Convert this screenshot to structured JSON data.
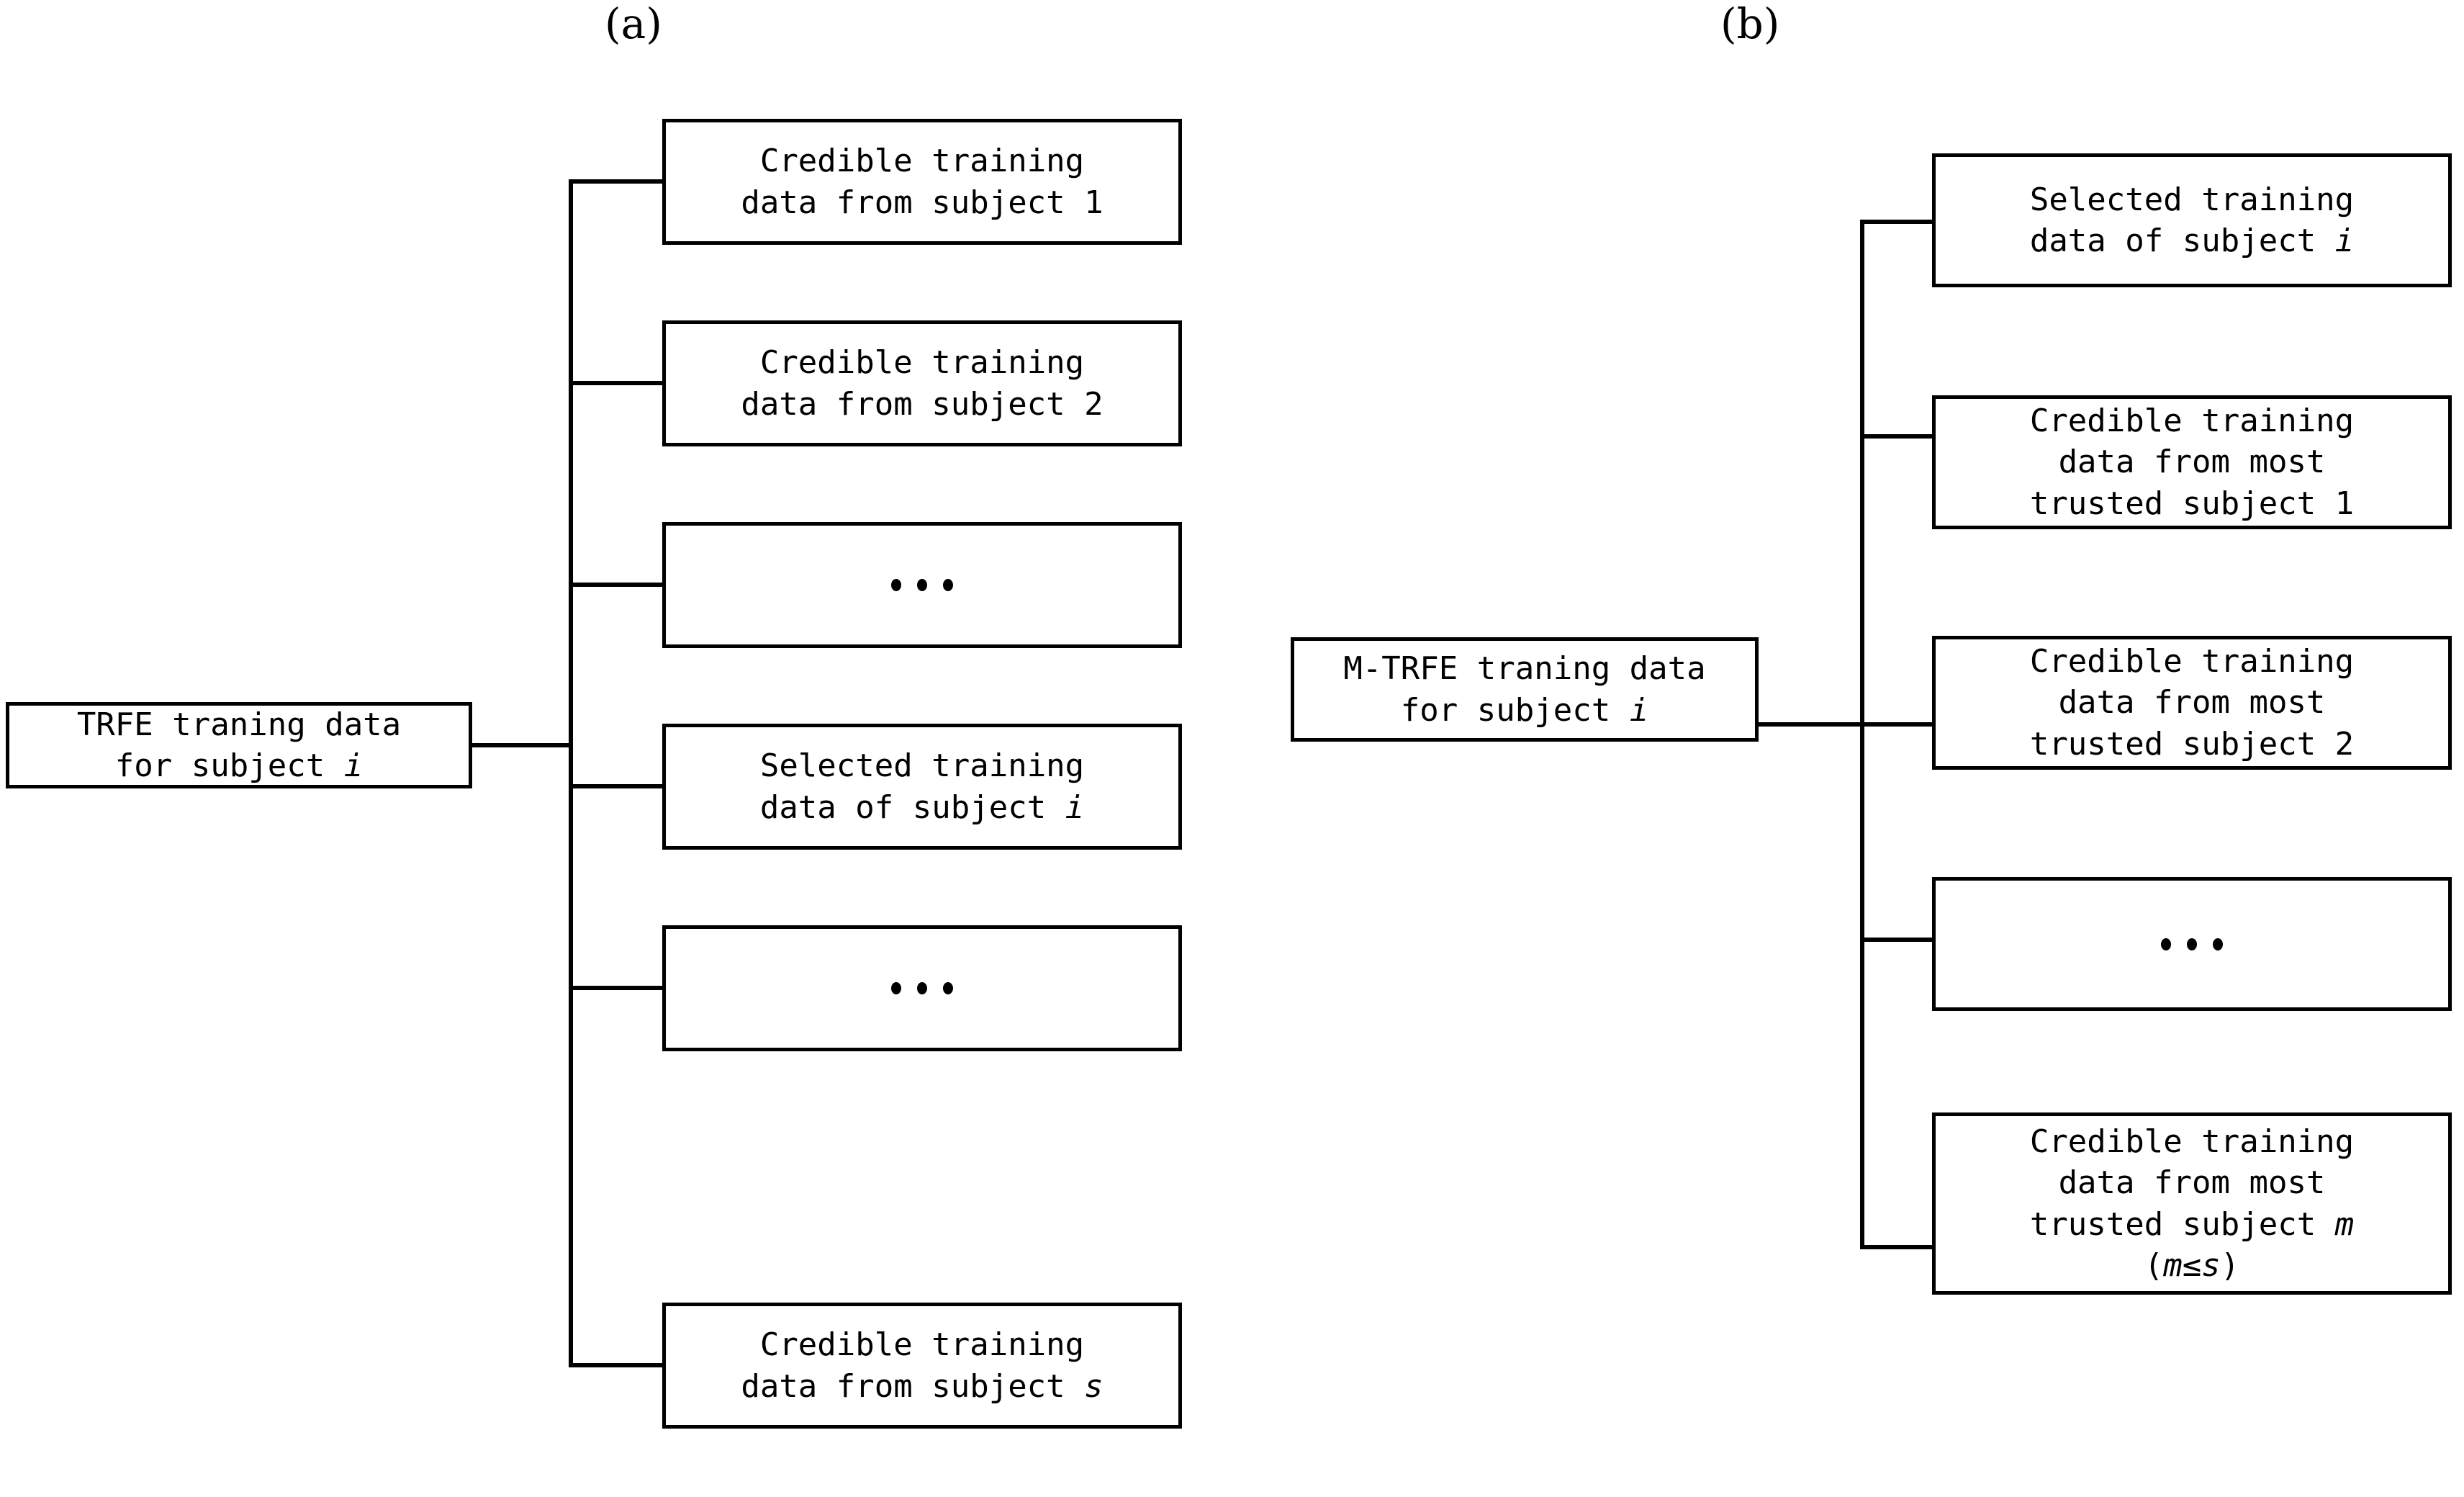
{
  "figure": {
    "panels": [
      {
        "caption": "(a)",
        "root": {
          "lines": [
            {
              "text": "TRFE traning data"
            },
            {
              "text": "for subject ",
              "italic_suffix": "i"
            }
          ]
        },
        "children": [
          {
            "type": "text",
            "lines": [
              {
                "text": "Credible training"
              },
              {
                "text": "data from subject 1"
              }
            ]
          },
          {
            "type": "text",
            "lines": [
              {
                "text": "Credible training"
              },
              {
                "text": "data from subject 2"
              }
            ]
          },
          {
            "type": "ellipsis",
            "lines": [
              {
                "text": "..."
              }
            ]
          },
          {
            "type": "text",
            "lines": [
              {
                "text": "Selected training"
              },
              {
                "text": "data of subject ",
                "italic_suffix": "i"
              }
            ]
          },
          {
            "type": "ellipsis",
            "lines": [
              {
                "text": "..."
              }
            ]
          },
          {
            "type": "text",
            "lines": [
              {
                "text": "Credible training"
              },
              {
                "text": "data from subject ",
                "italic_suffix": "s"
              }
            ]
          }
        ]
      },
      {
        "caption": "(b)",
        "root": {
          "lines": [
            {
              "text": "M-TRFE traning data"
            },
            {
              "text": "for subject ",
              "italic_suffix": "i"
            }
          ]
        },
        "children": [
          {
            "type": "text",
            "lines": [
              {
                "text": "Selected training"
              },
              {
                "text": "data of subject ",
                "italic_suffix": "i"
              }
            ]
          },
          {
            "type": "text",
            "lines": [
              {
                "text": "Credible training"
              },
              {
                "text": "data from most"
              },
              {
                "text": "trusted subject 1"
              }
            ]
          },
          {
            "type": "text",
            "lines": [
              {
                "text": "Credible training"
              },
              {
                "text": "data from most"
              },
              {
                "text": "trusted subject 2"
              }
            ]
          },
          {
            "type": "ellipsis",
            "lines": [
              {
                "text": "..."
              }
            ]
          },
          {
            "type": "text",
            "lines": [
              {
                "text": "Credible training"
              },
              {
                "text": "data from most"
              },
              {
                "text": "trusted subject ",
                "italic_suffix": "m"
              },
              {
                "text": "(",
                "italic_mid": "m",
                "text2": "≤",
                "italic_mid2": "s",
                "text3": ")"
              }
            ]
          }
        ]
      }
    ],
    "colors": {
      "stroke": "#000000",
      "background": "#ffffff",
      "text": "#000000"
    }
  }
}
